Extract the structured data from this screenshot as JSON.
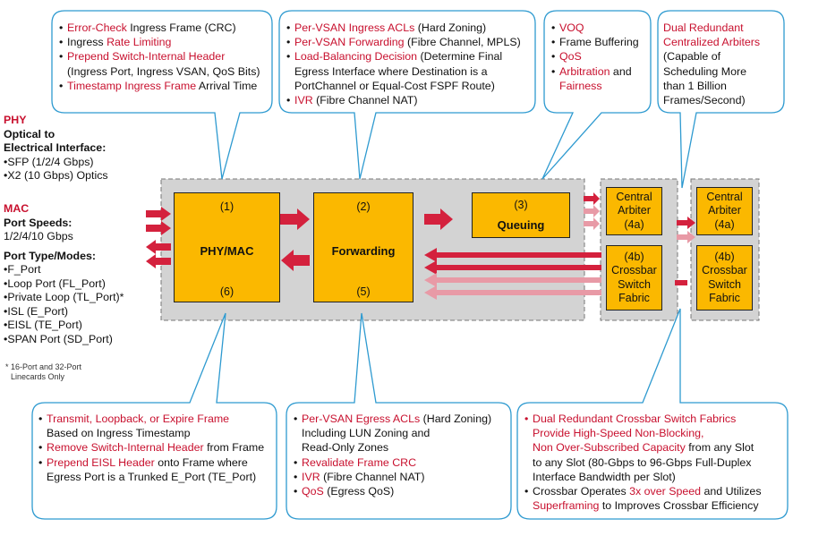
{
  "side": {
    "phy_head": "PHY",
    "phy_sub": [
      "Optical to",
      "Electrical Interface:"
    ],
    "phy_items": [
      "SFP (1/2/4 Gbps)",
      "X2 (10 Gbps) Optics"
    ],
    "mac_head": "MAC",
    "mac_sub": "Port Speeds:",
    "mac_speeds": "1/2/4/10 Gbps",
    "port_sub": "Port Type/Modes:",
    "port_items": [
      "F_Port",
      "Loop Port (FL_Port)",
      "Private Loop (TL_Port)*",
      "ISL (E_Port)",
      "EISL (TE_Port)",
      "SPAN Port (SD_Port)"
    ],
    "footnote": [
      "* 16-Port and 32-Port",
      "Linecards Only"
    ]
  },
  "blocks": {
    "phymac": {
      "num_top": "(1)",
      "name": "PHY/MAC",
      "num_bottom": "(6)"
    },
    "forwarding": {
      "num_top": "(2)",
      "name": "Forwarding",
      "num_bottom": "(5)"
    },
    "queuing": {
      "num": "(3)",
      "name": "Queuing"
    },
    "arbiter1": {
      "line1": "Central",
      "line2": "Arbiter",
      "line3": "(4a)"
    },
    "crossbar1": {
      "line1": "(4b)",
      "line2": "Crossbar",
      "line3": "Switch",
      "line4": "Fabric"
    },
    "arbiter2": {
      "line1": "Central",
      "line2": "Arbiter",
      "line3": "(4a)"
    },
    "crossbar2": {
      "line1": "(4b)",
      "line2": "Crossbar",
      "line3": "Switch",
      "line4": "Fabric"
    }
  },
  "callouts": {
    "c1": {
      "i1_hl": "Error-Check",
      "i1_rest": " Ingress Frame (CRC)",
      "i2_pre": "Ingress ",
      "i2_hl": "Rate Limiting",
      "i3_hl": "Prepend Switch-Internal Header",
      "i3_cont": "(Ingress Port, Ingress VSAN, QoS Bits)",
      "i4_hl": "Timestamp Ingress Frame",
      "i4_rest": " Arrival Time"
    },
    "c2": {
      "i1_hl": "Per-VSAN Ingress ACLs",
      "i1_rest": " (Hard Zoning)",
      "i2_hl": "Per-VSAN Forwarding",
      "i2_rest": " (Fibre Channel, MPLS)",
      "i3_hl": "Load-Balancing Decision",
      "i3_rest": " (Determine Final",
      "i3_cont1": "Egress Interface where Destination is a",
      "i3_cont2": "PortChannel or Equal-Cost FSPF Route)",
      "i4_hl": "IVR",
      "i4_rest": " (Fibre Channel NAT)"
    },
    "c3": {
      "i1_hl": "VOQ",
      "i2_text": "Frame Buffering",
      "i3_hl": "QoS",
      "i4_hl": "Arbitration",
      "i4_rest": " and",
      "i4_cont_hl": "Fairness"
    },
    "c4": {
      "l1_hl": "Dual Redundant",
      "l2_hl": "Centralized Arbiters",
      "l3": "(Capable of",
      "l4": "Scheduling More",
      "l5": "than 1 Billion",
      "l6": "Frames/Second)"
    },
    "c5": {
      "i1_hl": "Transmit, Loopback, or Expire Frame",
      "i1_cont": "Based on Ingress Timestamp",
      "i2_hl": "Remove Switch-Internal Header",
      "i2_rest": " from Frame",
      "i3_hl": "Prepend EISL Header",
      "i3_rest": " onto Frame where",
      "i3_cont": "Egress Port is a Trunked E_Port (TE_Port)"
    },
    "c6": {
      "i1_hl": "Per-VSAN Egress ACLs",
      "i1_rest": " (Hard Zoning)",
      "i1_cont1": "Including LUN Zoning and",
      "i1_cont2": "Read-Only Zones",
      "i2_hl": "Revalidate Frame CRC",
      "i3_hl": "IVR",
      "i3_rest": " (Fibre Channel NAT)",
      "i4_hl": "QoS",
      "i4_rest": " (Egress QoS)"
    },
    "c7": {
      "i1_hl1": "Dual Redundant Crossbar Switch Fabrics",
      "i1_hl2": "Provide High-Speed Non-Blocking,",
      "i1_hl3": "Non Over-Subscribed Capacity",
      "i1_rest3": " from any Slot",
      "i1_cont4": "to any Slot (80-Gbps to 96-Gbps Full-Duplex",
      "i1_cont5": "Interface Bandwidth per Slot)",
      "i2_pre": "Crossbar Operates ",
      "i2_hl": "3x over Speed",
      "i2_rest": " and Utilizes",
      "i2_cont_hl": "Superframing",
      "i2_cont_rest": " to Improves Crossbar Efficiency"
    }
  },
  "colors": {
    "accent": "#c8102e",
    "block": "#fbb800",
    "callout_border": "#2e9ad0",
    "arrow": "#d4213d",
    "arrow_light": "#e89aa6"
  }
}
